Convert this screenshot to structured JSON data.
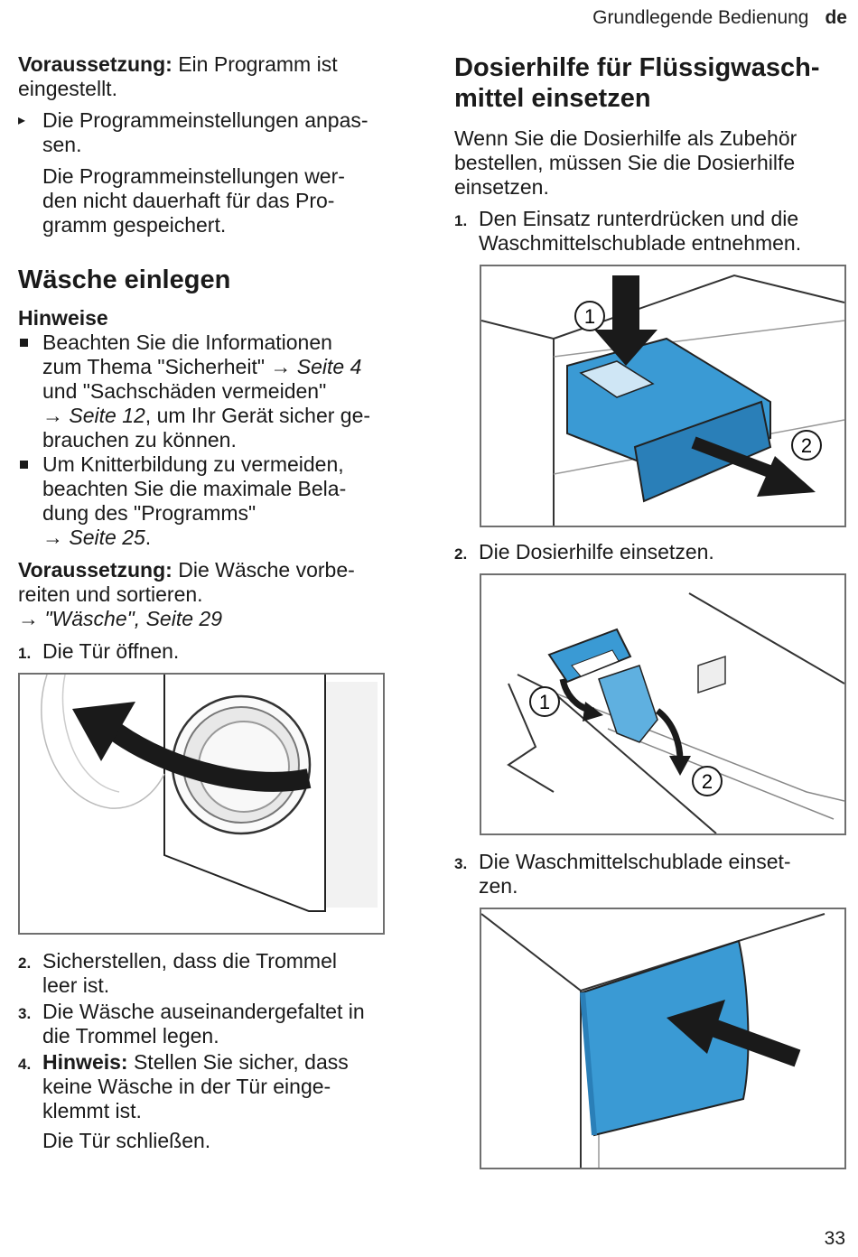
{
  "header": {
    "section": "Grundlegende Bedienung",
    "lang": "de"
  },
  "left": {
    "prereq1": {
      "label": "Voraussetzung:",
      "text": " Ein Programm ist eingestellt."
    },
    "action1": "Die Programmeinstellungen anpas-sen.",
    "action1_line1": "Die Programmeinstellungen anpas-",
    "action1_line2": "sen.",
    "result1_line1": "Die Programmeinstellungen wer-",
    "result1_line2": "den nicht dauerhaft für das Pro-",
    "result1_line3": "gramm gespeichert.",
    "heading": "Wäsche einlegen",
    "notes_title": "Hinweise",
    "note1": {
      "l1": "Beachten Sie die Informationen",
      "l2a": "zum Thema \"Sicherheit\" → ",
      "l2b": "Seite 4",
      "l3": "und \"Sachschäden vermeiden\"",
      "l4a": "→ ",
      "l4b": "Seite 12",
      "l4c": ", um Ihr Gerät sicher ge-",
      "l5": "brauchen zu können."
    },
    "note2": {
      "l1": "Um Knitterbildung zu vermeiden,",
      "l2": "beachten Sie die maximale Bela-",
      "l3": "dung des \"Programms\"",
      "l4a": "→ ",
      "l4b": "Seite 25",
      "l4c": "."
    },
    "prereq2": {
      "label": "Voraussetzung:",
      "l1": " Die Wäsche vorbe-",
      "l2": "reiten und sortieren.",
      "l3a": "→ ",
      "l3b": "\"Wäsche\", Seite 29"
    },
    "steps": [
      {
        "num": "1.",
        "lines": [
          "Die Tür öffnen."
        ]
      },
      {
        "num": "2.",
        "lines": [
          "Sicherstellen, dass die Trommel",
          "leer ist."
        ]
      },
      {
        "num": "3.",
        "lines": [
          "Die Wäsche auseinandergefaltet in",
          "die Trommel legen."
        ]
      },
      {
        "num": "4.",
        "bold": "Hinweis:",
        "lines": [
          " Stellen Sie sicher, dass",
          "keine Wäsche in der Tür einge-",
          "klemmt ist."
        ]
      }
    ],
    "final": "Die Tür schließen."
  },
  "right": {
    "heading_l1": "Dosierhilfe für Flüssigwasch-",
    "heading_l2": "mittel einsetzen",
    "intro_l1": "Wenn Sie die Dosierhilfe als Zubehör",
    "intro_l2": "bestellen, müssen Sie die Dosierhilfe",
    "intro_l3": "einsetzen.",
    "steps": [
      {
        "num": "1.",
        "l1": "Den Einsatz runterdrücken und die",
        "l2": "Waschmittelschublade entnehmen."
      },
      {
        "num": "2.",
        "l1": "Die Dosierhilfe einsetzen.",
        "l2": ""
      },
      {
        "num": "3.",
        "l1": "Die Waschmittelschublade einset-",
        "l2": "zen."
      }
    ],
    "fig_labels": {
      "one": "1",
      "two": "2"
    }
  },
  "page_number": "33",
  "colors": {
    "accent_blue": "#3a9ad4",
    "accent_blue_dark": "#2a7fb8"
  }
}
